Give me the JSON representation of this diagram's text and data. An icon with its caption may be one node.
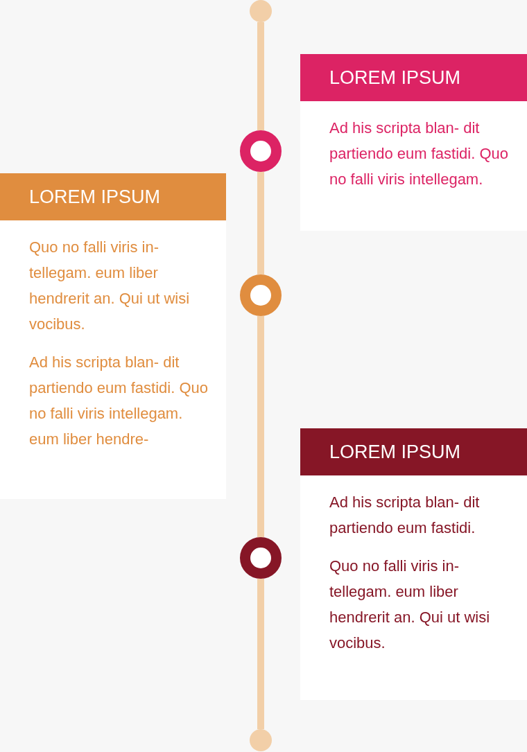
{
  "diagram": {
    "nodes": [
      {
        "text": [],
        "shape": "circle"
      },
      {
        "text": [
          "LOREM IPSUM",
          "Ad his scripta blan- dit partiendo eum fastidi. Quo no falli viris intellegam."
        ]
      },
      {
        "text": [],
        "shape": "circle"
      },
      {
        "text": [
          "LOREM IPSUM",
          "Quo no falli viris in- tellegam. eum liber hendrerit an. Qui ut wisi vocibus.",
          "Ad his scripta blan- dit partiendo eum fastidi. Quo no falli viris intellegam. eum liber hendre-"
        ]
      },
      {
        "text": [],
        "shape": "circle"
      },
      {
        "text": [
          "LOREM IPSUM",
          "Ad his scripta blan- dit partiendo eum fastidi.",
          "Quo no falli viris in- tellegam. eum liber hendrerit an. Qui ut wisi vocibus."
        ]
      },
      {
        "text": [],
        "shape": "circle"
      },
      {
        "text": [],
        "shape": "circle"
      }
    ],
    "edges": [
      {
        "from": 0,
        "to": 2,
        "arrow": "none"
      },
      {
        "from": 2,
        "to": 4,
        "arrow": "none"
      },
      {
        "from": 4,
        "to": 6,
        "arrow": "none"
      },
      {
        "from": 6,
        "to": 7,
        "arrow": "none"
      }
    ]
  }
}
